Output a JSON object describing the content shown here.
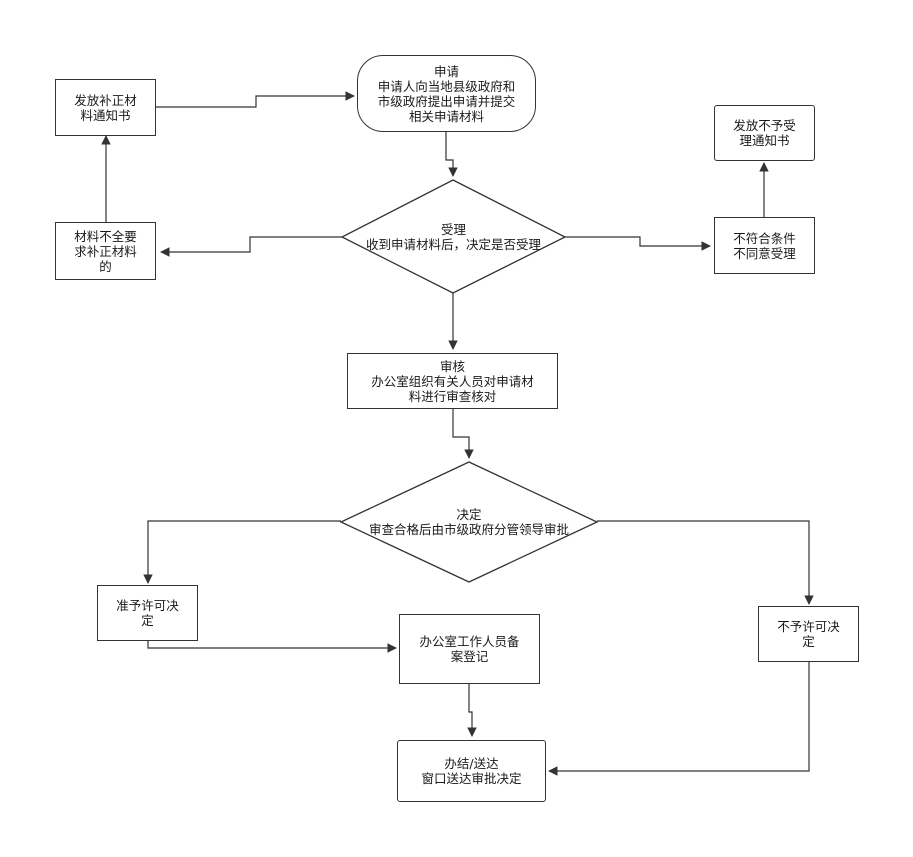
{
  "nodes": {
    "apply": {
      "lines": [
        "申请",
        "申请人向当地县级政府和",
        "市级政府提出申请并提交",
        "相关申请材料"
      ]
    },
    "issue_correction": {
      "lines": [
        "发放补正材",
        "料通知书"
      ]
    },
    "incomplete": {
      "lines": [
        "材料不全要",
        "求补正材料",
        "的"
      ]
    },
    "accept": {
      "lines": [
        "受理",
        "收到申请材料后，决定是否受理"
      ]
    },
    "not_meet": {
      "lines": [
        "不符合条件",
        "不同意受理"
      ]
    },
    "issue_reject": {
      "lines": [
        "发放不予受",
        "理通知书"
      ]
    },
    "review": {
      "lines": [
        "审核",
        "办公室组织有关人员对申请材",
        "料进行审查核对"
      ]
    },
    "decide": {
      "lines": [
        "决定",
        "审查合格后由市级政府分管领导审批"
      ]
    },
    "approve": {
      "lines": [
        "准予许可决",
        "定"
      ]
    },
    "deny": {
      "lines": [
        "不予许可决",
        "定"
      ]
    },
    "filing": {
      "lines": [
        "办公室工作人员备",
        "案登记"
      ]
    },
    "deliver": {
      "lines": [
        "办结/送达",
        "窗口送达审批决定"
      ]
    }
  }
}
